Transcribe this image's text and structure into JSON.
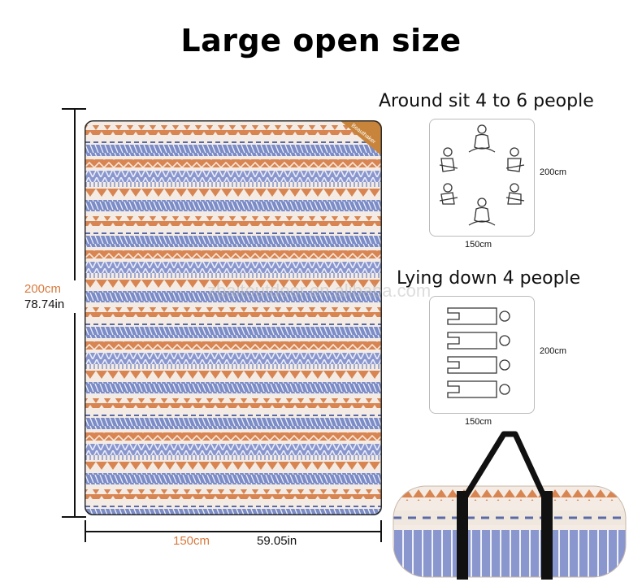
{
  "title": "Large open size",
  "mat": {
    "height_cm": "200cm",
    "height_in": "78.74in",
    "width_cm": "150cm",
    "width_in": "59.05in",
    "tag_label": "Beauthaker",
    "colors": {
      "orange": "#d88552",
      "blue": "#7f8fc8",
      "navy": "#5a6aa6",
      "cream": "#f4ece4",
      "tag": "#c8843a"
    }
  },
  "sit": {
    "heading": "Around sit 4 to 6 people",
    "side_label": "200cm",
    "bottom_label": "150cm"
  },
  "lie": {
    "heading": "Lying down 4 people",
    "side_label": "200cm",
    "bottom_label": "150cm"
  },
  "watermark": "zbaitoutdoor.en.alibaba.com"
}
